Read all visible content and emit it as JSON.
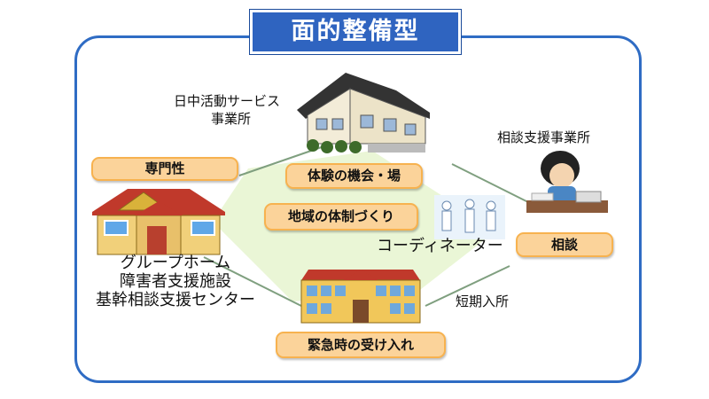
{
  "title": "面的整備型",
  "service_labels": {
    "daytime_activity": "日中活動サービス\n事業所",
    "consultation_office": "相談支援事業所",
    "group_home": "グループホーム\n障害者支援施設\n基幹相談支援センター",
    "short_stay": "短期入所",
    "coordinator": "コーディネーター"
  },
  "function_boxes": {
    "specialty": "専門性",
    "experience": "体験の機会・場",
    "community": "地域の体制づくり",
    "consultation": "相談",
    "emergency": "緊急時の受け入れ"
  },
  "colors": {
    "frame_blue": "#2f6cc4",
    "title_bg": "#2f64c0",
    "pill_fill": "#fbd39a",
    "pill_border": "#f7b24f",
    "center_green": "#eaf6d6"
  }
}
